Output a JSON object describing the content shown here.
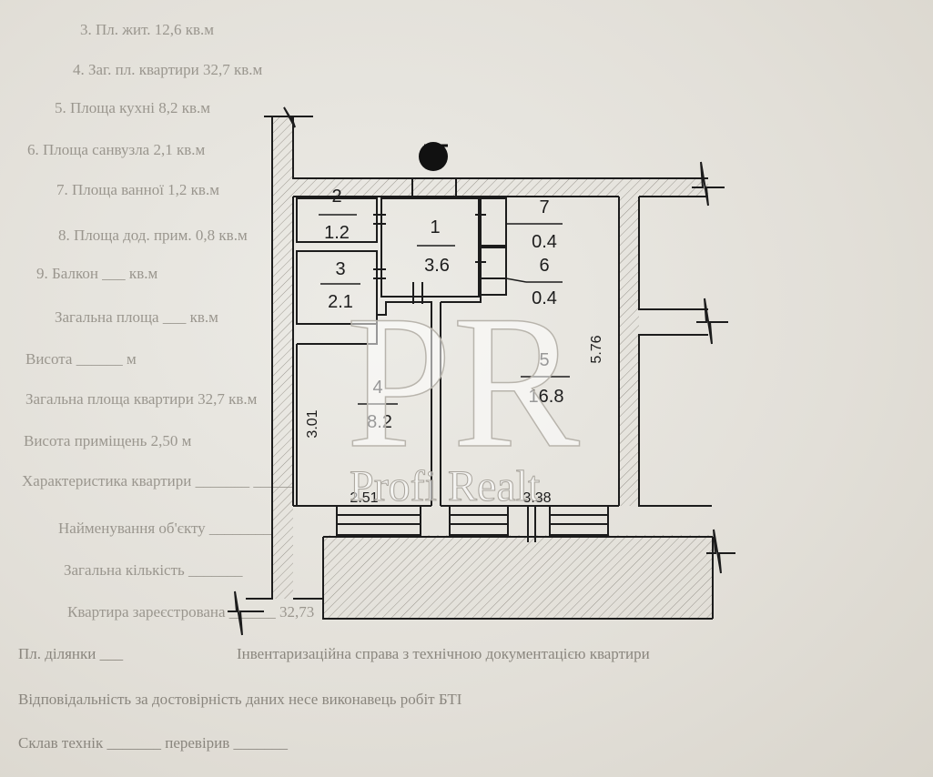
{
  "background_text": [
    "3. Пл. жит. 12,6 кв.м",
    "4. Заг. пл. квартири 32,7 кв.м",
    "5. Площа кухні 8,2 кв.м",
    "6. Площа санвузла 2,1 кв.м",
    "7. Площа ванної 1,2 кв.м",
    "8. Площа дод. прим. 0,8 кв.м",
    "9. Балкон ___ кв.м",
    "Загальна площа ___ кв.м",
    "Висота ______ м",
    "Загальна площа квартири 32,7 кв.м",
    "Висота приміщень 2,50 м",
    "Характеристика квартири _______ _____",
    "Найменування об'єкту ________",
    "Загальна кількість _______",
    "Квартира зареєстрована ______ 32,73",
    "Пл. ділянки ___",
    "Інвентаризаційна справа з технічною документацією квартири",
    "Відповідальність за достовірність даних несе виконавець робіт БТІ",
    "Склав технік _______ перевірив _______"
  ],
  "rooms": [
    {
      "number": "1",
      "area": "3.6"
    },
    {
      "number": "2",
      "area": "1.2"
    },
    {
      "number": "3",
      "area": "2.1"
    },
    {
      "number": "4",
      "area": "8.2"
    },
    {
      "number": "5",
      "area": "16.8"
    },
    {
      "number": "6",
      "area": "0.4"
    },
    {
      "number": "7",
      "area": "0.4"
    }
  ],
  "dimensions": {
    "room4_height": "3.01",
    "room4_width": "2.51",
    "room5_height": "5.76",
    "room5_width": "3.38"
  },
  "watermark": {
    "monogram": "PR",
    "name": "Profi Realt"
  },
  "colors": {
    "line": "#1c1c1c",
    "paper": "#e6e3dc"
  },
  "icons": [
    "entrance-marker-icon"
  ]
}
